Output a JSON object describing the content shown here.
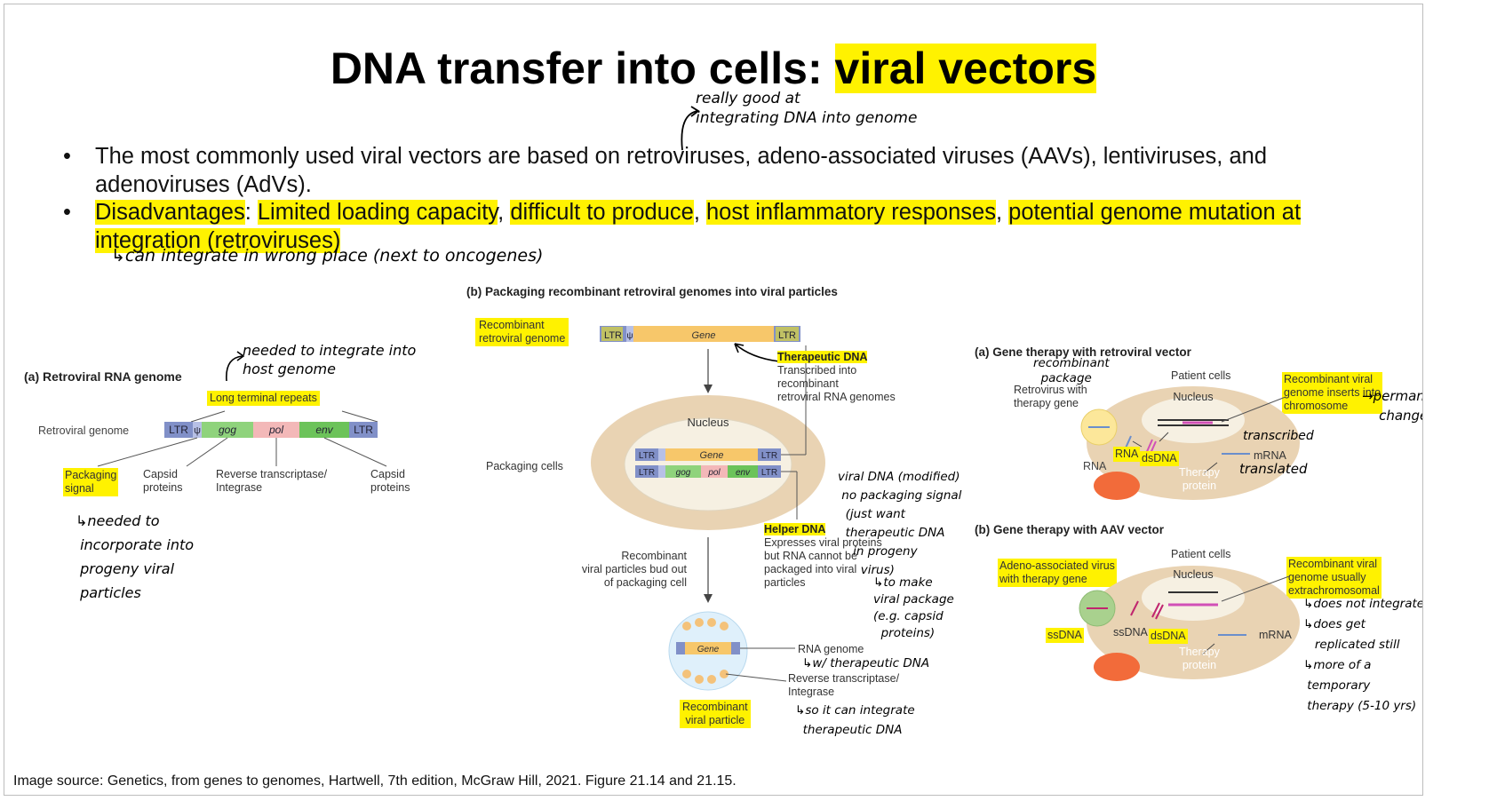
{
  "slide": {
    "title_part1": "DNA transfer into cells:",
    "title_part2": "viral vectors",
    "bullet1_text": "The most commonly used viral vectors are based on retroviruses, adeno-associated viruses (AAVs), lentiviruses, and adenoviruses (AdVs).",
    "bullet2": {
      "disadvantages_label": "Disadvantages",
      "item1": "Limited loading capacity",
      "item2": "difficult to produce",
      "item3": "host inflammatory responses",
      "item4": "potential genome mutation at integration (retroviruses)"
    },
    "source": "Image source: Genetics, from genes to genomes, Hartwell, 7th edition, McGraw Hill, 2021. Figure 21.14 and 21.15."
  },
  "handwriting": {
    "note_retro_1": "really good at",
    "note_retro_2": "integrating DNA into genome",
    "note_wrong_place": "can integrate in wrong place (next to oncogenes)",
    "note_ltr_1": "needed to integrate into",
    "note_ltr_2": "host genome",
    "note_packaging": [
      "needed to",
      "incorporate into",
      "progeny viral",
      "particles"
    ],
    "note_helper": [
      "viral DNA (modified)",
      "no packaging signal",
      "(just want",
      "therapeutic DNA",
      "in progeny",
      "virus)"
    ],
    "note_capsid": [
      "to make",
      "viral package",
      "(e.g. capsid",
      "proteins)"
    ],
    "note_rna_genome": "w/ therapeutic DNA",
    "note_rt": [
      "so it can integrate",
      "therapeutic DNA"
    ],
    "note_recomb_pkg": [
      "recombinant",
      "package"
    ],
    "note_permanent": [
      "permanent",
      "change"
    ],
    "note_transcribed": "transcribed",
    "note_translated": "translated",
    "note_aav": [
      "does not integrate (piggy-backs",
      "does get",
      "replicated still",
      "more of a",
      "temporary",
      "therapy (5-10 yrs)"
    ]
  },
  "fig_a_retro": {
    "title": "(a) Retroviral RNA genome",
    "ltr_label": "Long terminal repeats",
    "genome_label": "Retroviral genome",
    "seg_ltr": "LTR",
    "seg_psi": "ψ",
    "seg_gag": "gog",
    "seg_pol": "pol",
    "seg_env": "env",
    "packaging_label": [
      "Packaging",
      "signal"
    ],
    "capsid_label1": [
      "Capsid",
      "proteins"
    ],
    "rt_label": [
      "Reverse transcriptase/",
      "Integrase"
    ],
    "capsid_label2": [
      "Capsid",
      "proteins"
    ]
  },
  "fig_b_pack": {
    "title": "(b) Packaging recombinant retroviral genomes into viral particles",
    "recomb_genome_label": [
      "Recombinant",
      "retroviral genome"
    ],
    "gene": "Gene",
    "therapeutic_dna_title": "Therapeutic DNA",
    "therapeutic_dna_desc": [
      "Transcribed into",
      "recombinant",
      "retroviral RNA genomes"
    ],
    "nucleus": "Nucleus",
    "packaging_cells": "Packaging cells",
    "helper_title": "Helper DNA",
    "helper_desc": [
      "Expresses viral proteins",
      "but RNA cannot be",
      "packaged into viral",
      "particles"
    ],
    "bud_out": [
      "Recombinant",
      "viral particles bud out",
      "of packaging cell"
    ],
    "rna_genome": "RNA genome",
    "rt": [
      "Reverse transcriptase/",
      "Integrase"
    ],
    "recomb_particle": [
      "Recombinant",
      "viral particle"
    ]
  },
  "fig_gt_retro": {
    "title": "(a) Gene therapy with retroviral vector",
    "patient_cells": "Patient cells",
    "retrovirus": [
      "Retrovirus with",
      "therapy gene"
    ],
    "nucleus": "Nucleus",
    "recomb_inserts": [
      "Recombinant viral",
      "genome inserts into",
      "chromosome"
    ],
    "rna": "RNA",
    "rna_hl": "RNA",
    "dsdna": "dsDNA",
    "mrna": "mRNA",
    "therapy_protein": [
      "Therapy",
      "protein"
    ]
  },
  "fig_gt_aav": {
    "title": "(b) Gene therapy with AAV vector",
    "patient_cells": "Patient cells",
    "aav": [
      "Adeno-associated virus",
      "with therapy gene"
    ],
    "nucleus": "Nucleus",
    "extrachrom": [
      "Recombinant viral",
      "genome usually",
      "extrachromosomal"
    ],
    "ssdna1": "ssDNA",
    "ssdna2": "ssDNA",
    "dsdna": "dsDNA",
    "mrna": "mRNA",
    "therapy_protein": [
      "Therapy",
      "protein"
    ]
  },
  "colors": {
    "highlight": "#fff200",
    "ltr_blue": "#8190c8",
    "gag_green": "#8fd37c",
    "pol_pink": "#f3b8b8",
    "gene_orange": "#f7c76a",
    "cell_tan": "#e9d3b3",
    "aav_green": "#a9d18e"
  }
}
